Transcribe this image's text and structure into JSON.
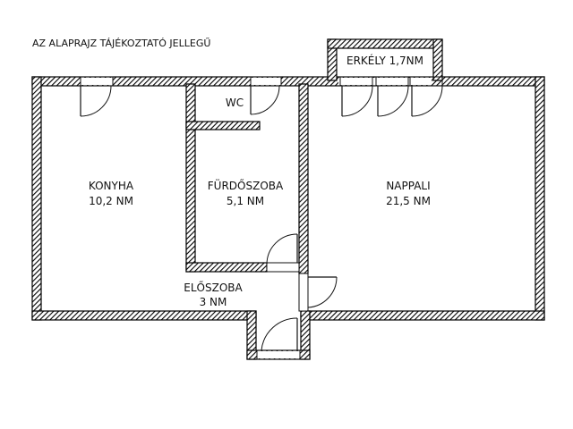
{
  "note": "AZ ALAPRAJZ TÁJÉKOZTATÓ JELLEGŰ",
  "rooms": {
    "konyha": {
      "name": "KONYHA",
      "area": "10,2 NM"
    },
    "furdoszoba": {
      "name": "FÜRDŐSZOBA",
      "area": "5,1 NM"
    },
    "nappali": {
      "name": "NAPPALI",
      "area": "21,5 NM"
    },
    "wc": {
      "name": "WC"
    },
    "eloszoba": {
      "name": "ELŐSZOBA",
      "area": "3 NM"
    },
    "erkely": {
      "name": "ERKÉLY 1,7NM"
    }
  },
  "colors": {
    "wall": "#000000",
    "hatch": "#444444",
    "background": "#ffffff"
  }
}
